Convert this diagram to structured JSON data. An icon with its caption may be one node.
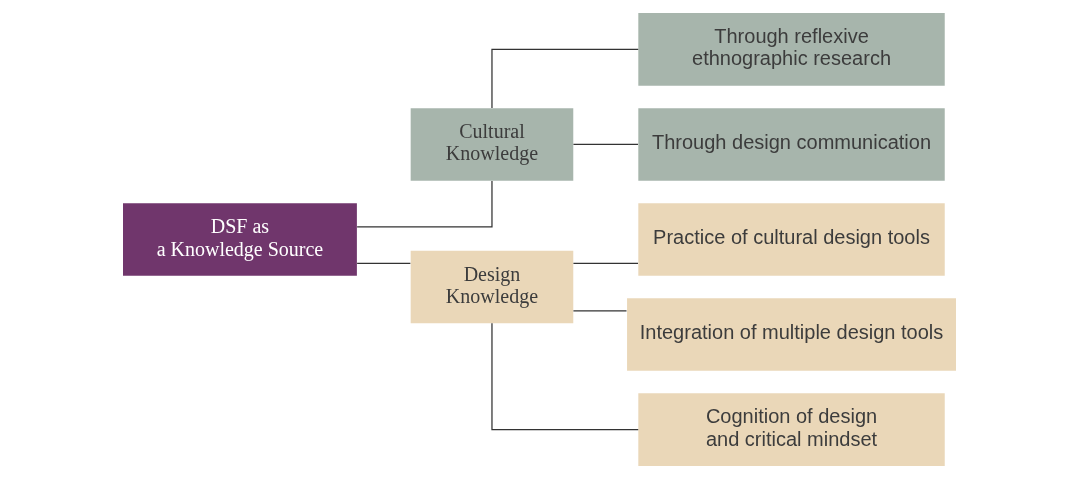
{
  "diagram": {
    "nodes": [
      {
        "text": [
          "DSF as a Knowledge Source"
        ]
      },
      {
        "text": [
          "Cultural Knowledge"
        ]
      },
      {
        "text": [
          "Through reflexive ethnographic research"
        ]
      },
      {
        "text": [
          "Through design communication"
        ]
      },
      {
        "text": [
          "Practice of cultural design tools"
        ]
      },
      {
        "text": [
          "Design Knowledge"
        ]
      },
      {
        "text": [
          "Integration of multiple design tools"
        ]
      },
      {
        "text": [
          "Cognition of design and critical mindset"
        ]
      }
    ],
    "edges": [
      {
        "from": 0,
        "to": 1,
        "arrow": "none"
      },
      {
        "from": 0,
        "to": 5,
        "arrow": "none"
      },
      {
        "from": 1,
        "to": 2,
        "arrow": "none"
      },
      {
        "from": 1,
        "to": 3,
        "arrow": "none"
      },
      {
        "from": 5,
        "to": 4,
        "arrow": "none"
      },
      {
        "from": 5,
        "to": 6,
        "arrow": "none"
      },
      {
        "from": 5,
        "to": 7,
        "arrow": "none"
      }
    ]
  }
}
